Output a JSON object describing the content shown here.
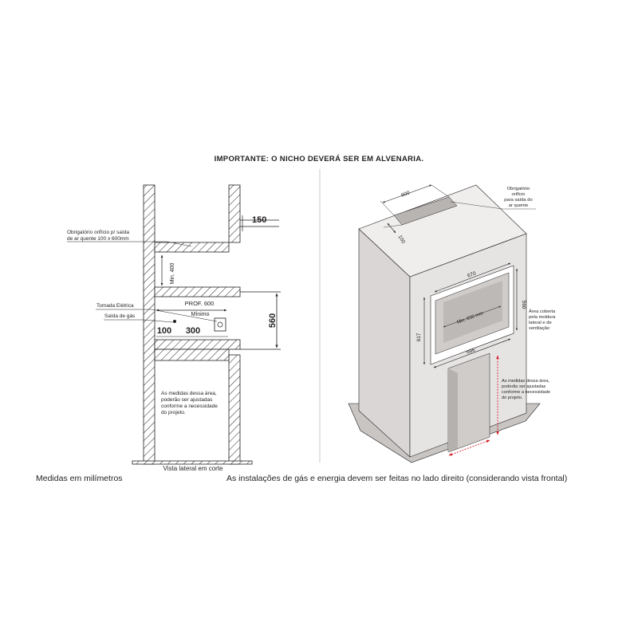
{
  "header": {
    "title": "IMPORTANTE: O NICHO DEVERÁ SER EM ALVENARIA."
  },
  "side_view": {
    "dim_top": "150",
    "dim_height": "560",
    "dim_min": "Min. 400",
    "depth": "PROF. 600",
    "depth_sub": "Mínimo",
    "dim_100": "100",
    "dim_300": "300",
    "note_vent_1": "Obrigatório orifício p/ saída",
    "note_vent_2": "de ar quente 100 x 600mm",
    "label_outlet": "Tomada Elétrica",
    "label_gas": "Saída de gás",
    "note_area": [
      "As medidas dessa área,",
      "poderão ser ajustadas",
      "conforme a necessidade",
      "do projeto."
    ],
    "caption": "Vista lateral em corte"
  },
  "iso_view": {
    "dim_600": "600",
    "dim_100": "100",
    "dim_670": "670",
    "dim_560": "560",
    "dim_617": "617",
    "dim_696": "696",
    "dim_min830": "Min. 830 mm",
    "note_vent": [
      "Obrigatório",
      "orifício",
      "para saída do",
      "ar quente"
    ],
    "note_cover": [
      "Área coberta",
      "pela moldura",
      "lateral e de",
      "ventilação"
    ],
    "note_area": [
      "As medidas dessa área,",
      "poderão ser ajustadas",
      "conforme a necessidade",
      "do projeto."
    ]
  },
  "footer": {
    "left": "Medidas em milímetros",
    "right": "As instalações de gás e energia devem ser feitas no lado direito (considerando vista frontal)"
  },
  "colors": {
    "line": "#231f20",
    "front": "#e6e4e3",
    "side": "#d9d6d5",
    "top": "#efeeed",
    "opening": "#cfccca",
    "red": "#d2232a"
  }
}
